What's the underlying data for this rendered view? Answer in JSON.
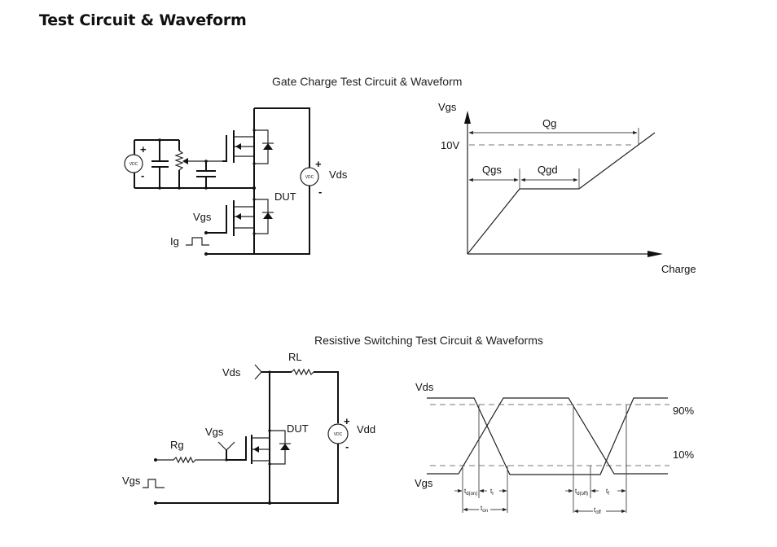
{
  "page": {
    "title": "Test Circuit & Waveform"
  },
  "gate_charge": {
    "caption": "Gate Charge Test Circuit & Waveform",
    "circuit": {
      "source_left_label": "VDC",
      "source_right_label": "VDC",
      "plus": "+",
      "minus": "-",
      "vds_label": "Vds",
      "dut_label": "DUT",
      "vgs_label": "Vgs",
      "ig_label": "Ig"
    },
    "waveform": {
      "y_axis_label": "Vgs",
      "x_axis_label": "Charge",
      "level_label": "10V",
      "qg_label": "Qg",
      "qgs_label": "Qgs",
      "qgd_label": "Qgd"
    }
  },
  "resistive_switching": {
    "caption": "Resistive Switching Test Circuit & Waveforms",
    "circuit": {
      "vds_label": "Vds",
      "rl_label": "RL",
      "vgs_label": "Vgs",
      "dut_label": "DUT",
      "rg_label": "Rg",
      "vdd_label": "Vdd",
      "source_label": "VDC",
      "plus": "+",
      "minus": "-",
      "vgs_pulse_label": "Vgs"
    },
    "waveform": {
      "vds_label": "Vds",
      "vgs_label": "Vgs",
      "level_high": "90%",
      "level_low": "10%",
      "td_on": "td(on)",
      "tr": "tr",
      "ton": "ton",
      "td_off": "td(off)",
      "tf": "tf",
      "toff": "toff"
    }
  }
}
